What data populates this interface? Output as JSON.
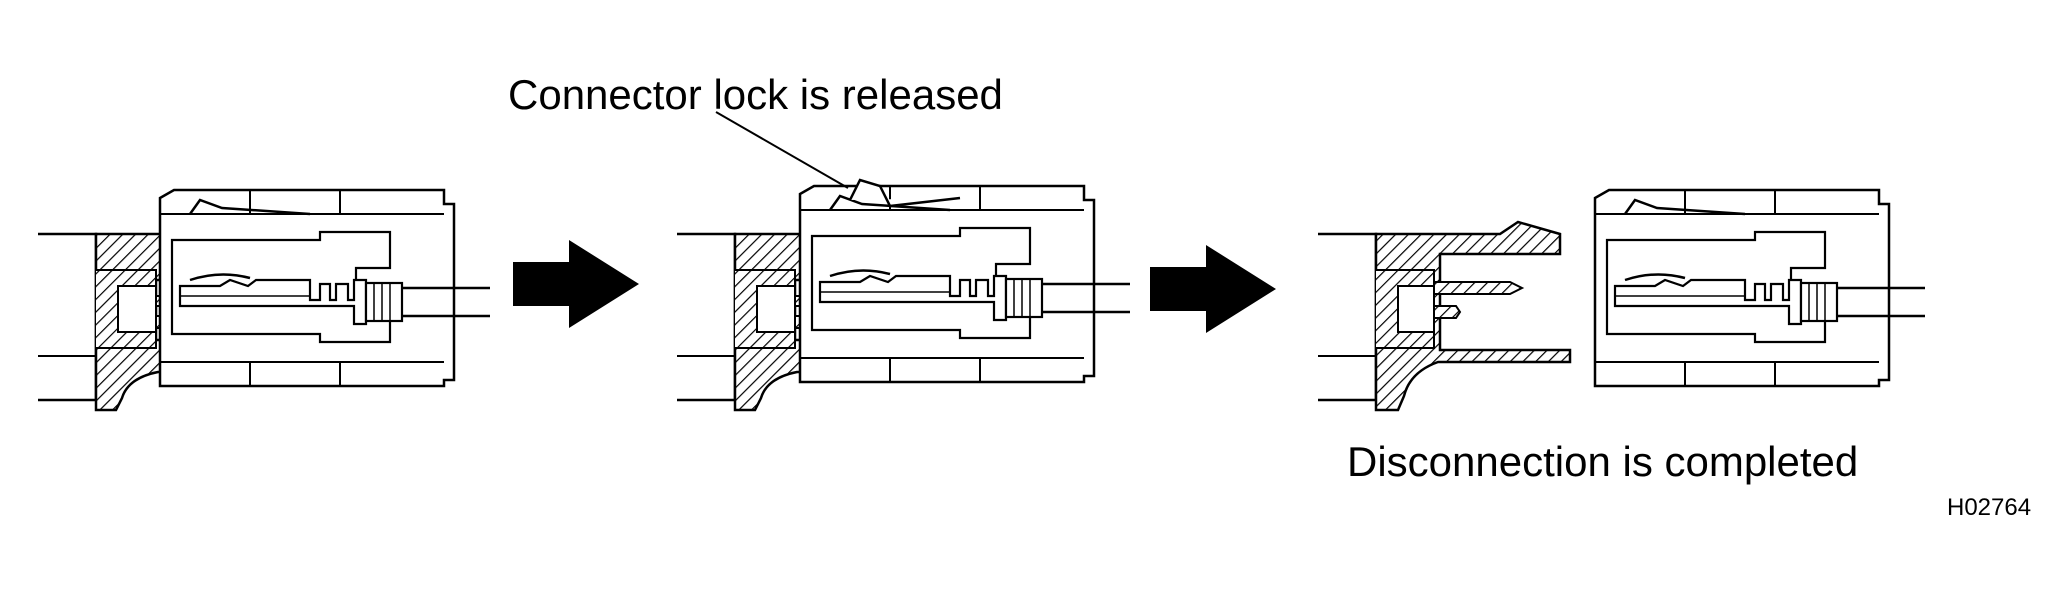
{
  "labels": {
    "lock_released": "Connector lock is released",
    "disconnection_completed": "Disconnection is completed",
    "figure_id": "H02764"
  },
  "steps": [
    {
      "state": "connected"
    },
    {
      "state": "lock released"
    },
    {
      "state": "disconnected"
    }
  ],
  "colors": {
    "line": "#000000",
    "background": "#ffffff"
  }
}
